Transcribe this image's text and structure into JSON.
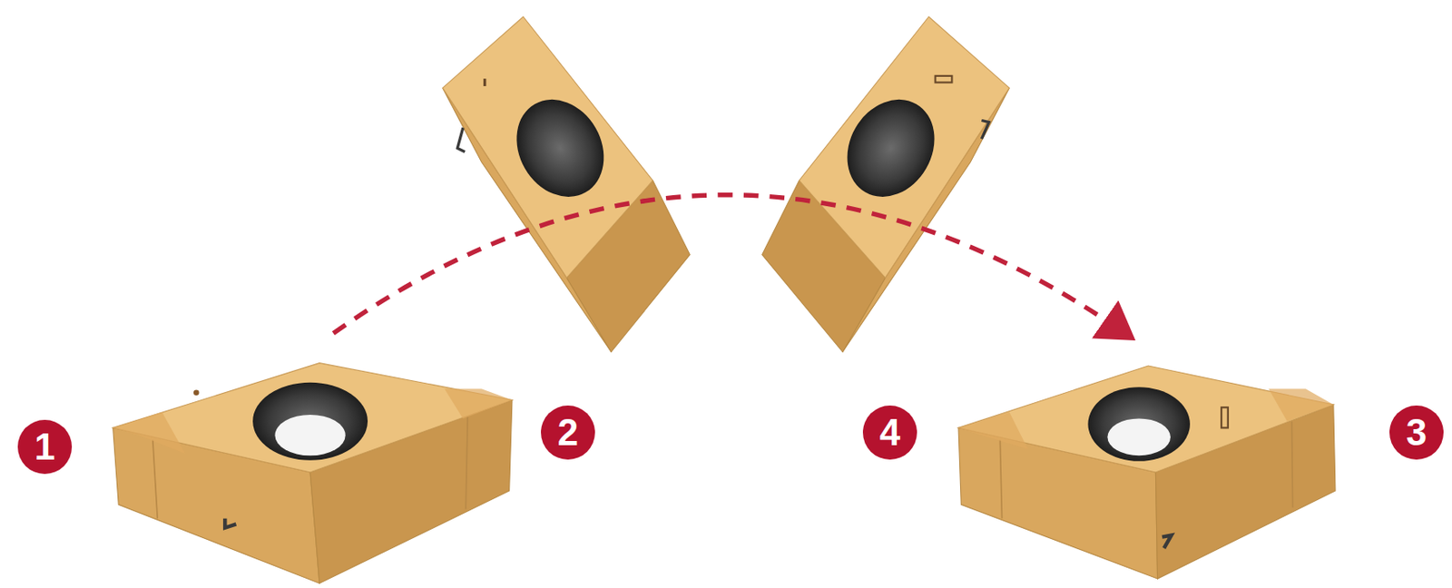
{
  "diagram": {
    "labels": [
      "1",
      "2",
      "4",
      "3"
    ]
  }
}
